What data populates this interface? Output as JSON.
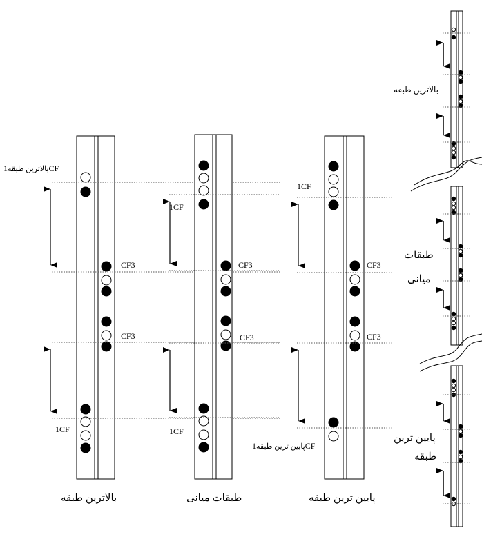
{
  "columns": [
    {
      "title": "بالاترین طبقه",
      "top_label_code": "1CF",
      "top_label_text": "بالاترین طبقه",
      "mid_label_1": "CF3",
      "mid_label_2": "CF3",
      "bottom_label": "1CF"
    },
    {
      "title": "طبقات میانی",
      "top_label_code": "1CF",
      "mid_label_1": "CF3",
      "mid_label_2": "CF3",
      "bottom_label": "1CF"
    },
    {
      "title": "پایین ترین طبقه",
      "top_label_code": "1CF",
      "mid_label_1": "CF3",
      "mid_label_2": "CF3",
      "bottom_label_code": "1CF",
      "bottom_label_text": "پایین ترین طبقه"
    }
  ],
  "strip": {
    "top_label": "بالاترین طبقه",
    "middle_label_1": "طبقات",
    "middle_label_2": "میانی",
    "bottom_label_1": "پایین ترین",
    "bottom_label_2": "طبقه"
  }
}
